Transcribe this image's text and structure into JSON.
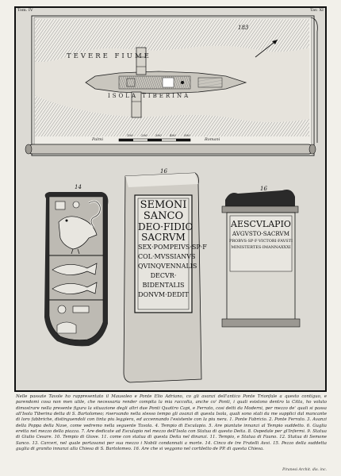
{
  "plate": {
    "corner_left": "Tom. IV",
    "corner_right": "Tav. XI"
  },
  "map": {
    "river_label": "TEVERE FIUME",
    "island_label": "ISOLA TIBERINA",
    "number": "183",
    "scale_left": "Palmi",
    "scale_right": "Romani",
    "scale_ticks": [
      "100",
      "200",
      "300",
      "400",
      "500"
    ]
  },
  "fragments": {
    "left_number": "14",
    "center_number": "16",
    "right_number": "16"
  },
  "center_inscription": {
    "lines": [
      "SEMONI",
      "SANCO",
      "DEO·FIDIO",
      "SACRVM",
      "SEX·POMPEIVS·SP·F",
      "COL·MVSSIANVS",
      "QVINQVENNALIS",
      "DECVR·",
      "BIDENTALIS",
      "DONVM·DEDIT"
    ]
  },
  "right_inscription": {
    "lines": [
      "AESCVLAPIO",
      "AVGVSTO·SACRVM",
      "PROBVS·SP·F·VICTORI·FAVSTI",
      "MINISTERTES·IMANNAXXXI"
    ]
  },
  "caption": {
    "text": "Nelle passate Tavole ho rappresentato il Mausoleo e Ponte Elio Adriano, co gli avanzi dell'antico Ponte Trionfale a questo contiguo, e parendomi cosa non men utile, che necessaria render compita la mia raccolta, anche co' Ponti, i quali esistono dentro la Citta, ho voluto dimostrare nella presente figura la situazione degli altri due Ponti Quattro Capi, e Ferrato, cosi detti da Moderni, per mezzo de' quali si passa all'Isola Tiberina detta di S. Bartolomeo; riservando nella stesso tempo gli avanzi di questa Isola, quali sono stati da me supplici dal mancante di loro fabbriche, distinguendoli con tinta piu leggiera, ed accennando l'esistente con la piu nera. 1. Ponte Fabricio. 2. Ponte Ferrato. 3. Avanzi della Poppa della Nave, come vedremo nella seguente Tavola. 4. Tempio di Esculapio. 5. Are piantate innanzi al Tempio suddetto. 6. Guglia eretta nel mezzo della piazza. 7. Are dedicate ad Esculapio nel mezzo dell'Isola con Statua di questo Deita. 8. Ospedale per gl'Infermi. 9. Statua di Giulio Cesare. 10. Tempio di Giove. 11. come con statua di questa Deita nel dinanzi. 11. Tempio, e Statua di Fauno. 12. Statua di Semone Sanco. 13. Carceri, nel quale portavansi per sua mezzo i Nobili condannati a morte. 14. Cinco de tre Fratelli Avvi. 15. Pezzo della suddetta guglia di granito innanzi alla Chiesa di S. Bartolomeo. 16. Are che si veggono nel cortiletto de PP. di questa Chiesa."
  },
  "signature": "Piranesi Archit. dis. inc."
}
